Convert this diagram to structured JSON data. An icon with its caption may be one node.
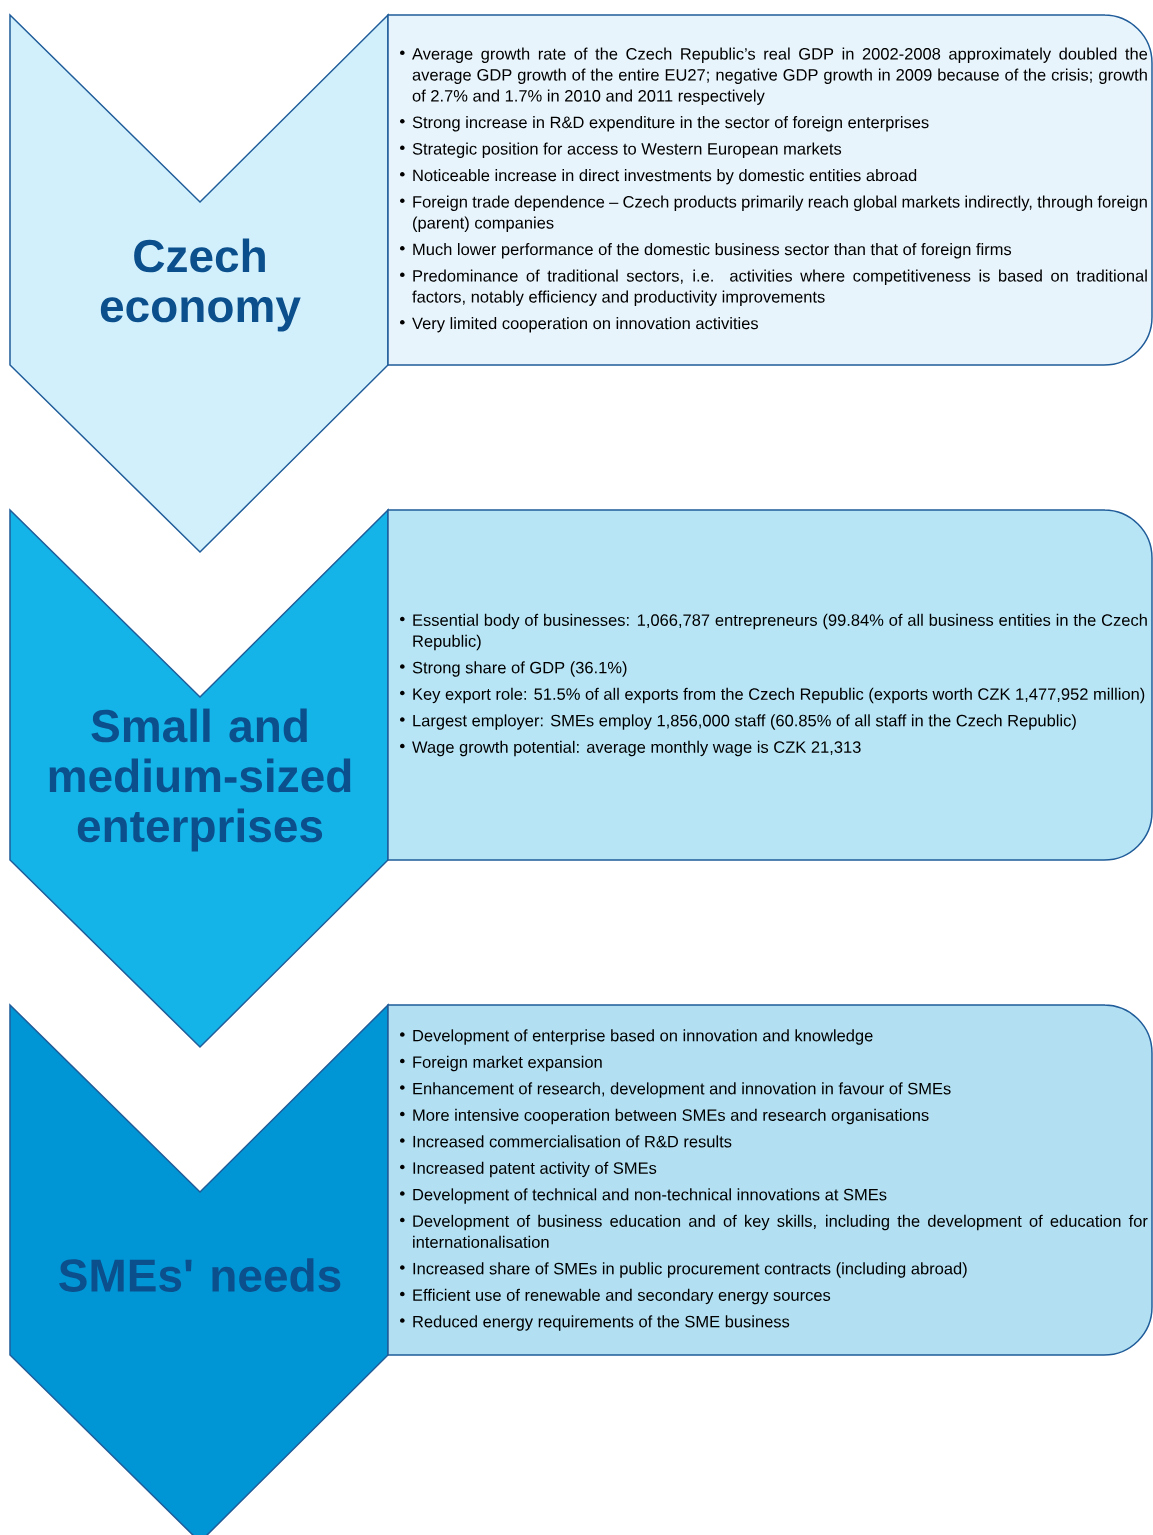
{
  "diagram": {
    "nodes": [
      {
        "text": [
          "Czech economy"
        ]
      },
      {
        "text": [
          "Average growth rate of the Czech Republic’s real GDP in 2002-2008 approximately doubled the average GDP growth of the entire EU27; negative GDP growth in 2009 because of the crisis; growth of 2.7% and 1.7% in 2010 and 2011 respectively",
          "Strong increase in R&D expenditure in the sector of foreign enterprises",
          "Strategic position for access to Western European markets",
          "Noticeable increase in direct investments by domestic entities abroad",
          "Foreign trade dependence – Czech products primarily reach global markets indirectly, through foreign (parent) companies",
          "Much lower performance of the domestic business sector than that of foreign firms",
          "Predominance of traditional sectors, i.e. activities where competitiveness is based on traditional factors, notably efficiency and productivity improvements",
          "Very limited cooperation on innovation activities"
        ]
      },
      {
        "text": [
          "Small and medium-sized enterprises"
        ]
      },
      {
        "text": [
          "Essential body of businesses: 1,066,787 entrepreneurs (99.84% of all business entities in the Czech Republic)",
          "Strong share of GDP (36.1%)",
          "Key export role: 51.5% of all exports from the Czech Republic (exports worth CZK 1,477,952 million)",
          "Largest employer: SMEs employ 1,856,000 staff (60.85% of all staff in the Czech Republic)",
          "Wage growth potential: average monthly wage is CZK 21,313"
        ]
      },
      {
        "text": [
          "SMEs' needs"
        ]
      },
      {
        "text": [
          "Development of enterprise based on innovation and knowledge",
          "Foreign market expansion",
          "Enhancement of research, development and innovation in favour of SMEs",
          "More intensive cooperation between SMEs and research organisations",
          "Increased commercialisation of R&D results",
          "Increased patent activity of SMEs",
          "Development of technical and non-technical innovations at SMEs",
          "Development of business education and of key skills, including the development of education for internationalisation",
          "Increased share of SMEs in public procurement contracts (including abroad)",
          "Efficient use of renewable and secondary energy sources",
          "Reduced energy requirements of the SME business"
        ]
      }
    ]
  }
}
